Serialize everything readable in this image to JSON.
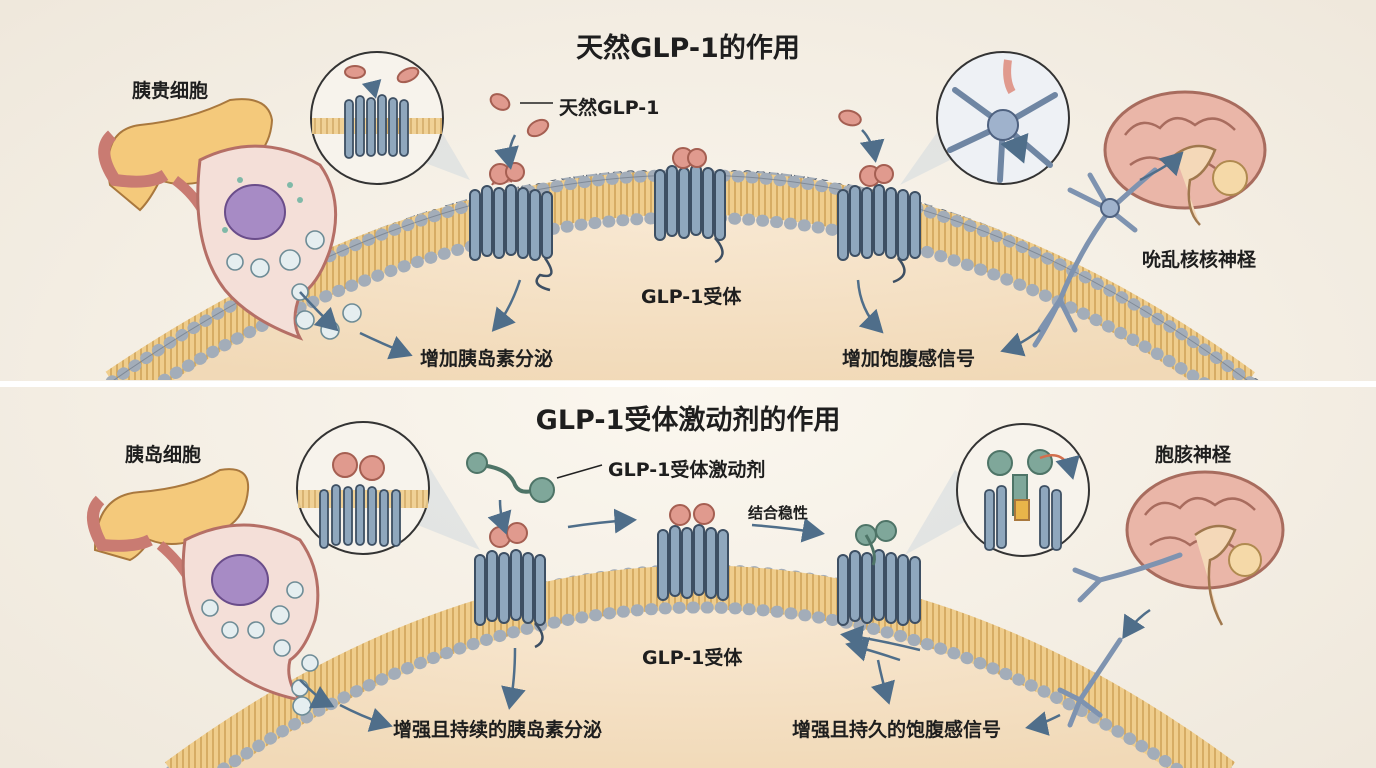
{
  "top": {
    "title": "天然GLP-1的作用",
    "cell_label": "胰贵细胞",
    "ligand_label": "天然GLP-1",
    "receptor_label": "GLP-1受体",
    "effect_insulin": "增加胰岛素分泌",
    "effect_satiety": "增加饱腹感信号",
    "nerve_label": "吮乱核核神柽"
  },
  "bottom": {
    "title": "GLP-1受体激动剂的作用",
    "cell_label": "胰岛细胞",
    "ligand_label": "GLP-1受体激动剂",
    "stability_label": "结合稳性",
    "receptor_label": "GLP-1受体",
    "effect_insulin": "增强且持续的胰岛素分泌",
    "effect_satiety": "增强且持久的饱腹感信号",
    "nerve_label": "胞胲神柽"
  },
  "colors": {
    "receptor": "#8fa7bd",
    "receptor_dark": "#3d4f63",
    "ligand": "#e09a8e",
    "agonist": "#7fa79a",
    "membrane": "#e5c07c",
    "lipid_head": "#9aa4b1",
    "arrow": "#4f6e8a"
  }
}
